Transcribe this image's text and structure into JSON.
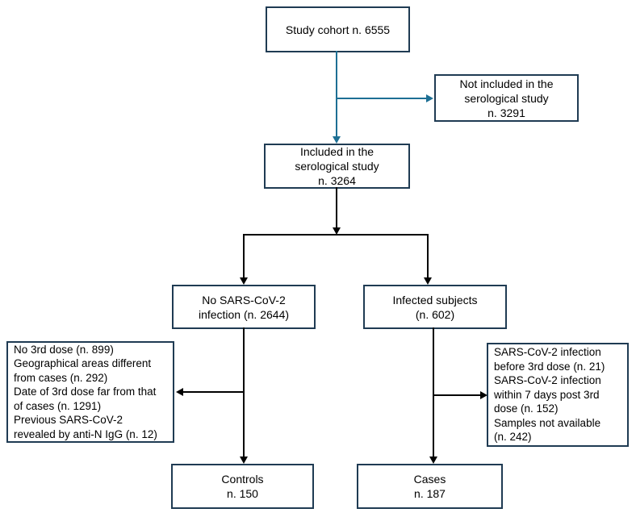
{
  "diagram": {
    "type": "study-flowchart",
    "colors": {
      "box_border": "#1f3b53",
      "teal_line": "#1d6f94",
      "black_line": "#000000",
      "text": "#000000",
      "background": "#ffffff"
    },
    "nodes": {
      "study_cohort": {
        "lines": [
          "Study cohort n. 6555"
        ]
      },
      "not_included": {
        "lines": [
          "Not included in the",
          "serological study",
          "n. 3291"
        ]
      },
      "included": {
        "lines": [
          "Included in the",
          "serological study",
          "n. 3264"
        ]
      },
      "no_infection": {
        "lines": [
          "No SARS-CoV-2",
          "infection (n. 2644)"
        ]
      },
      "infected": {
        "lines": [
          "Infected subjects",
          "(n. 602)"
        ]
      },
      "left_exclusions": {
        "lines": [
          "No 3rd dose (n. 899)",
          "Geographical areas different",
          "from cases (n. 292)",
          "Date of 3rd dose far from that",
          "of cases (n. 1291)",
          "Previous SARS-CoV-2",
          "revealed by anti-N IgG (n. 12)"
        ]
      },
      "right_exclusions": {
        "lines": [
          "SARS-CoV-2 infection",
          "before 3rd dose (n. 21)",
          "SARS-CoV-2 infection",
          "within 7 days post 3rd",
          "dose (n. 152)",
          "Samples not available",
          "(n. 242)"
        ]
      },
      "controls": {
        "lines": [
          "Controls",
          "n. 150"
        ]
      },
      "cases": {
        "lines": [
          "Cases",
          "n. 187"
        ]
      }
    }
  }
}
